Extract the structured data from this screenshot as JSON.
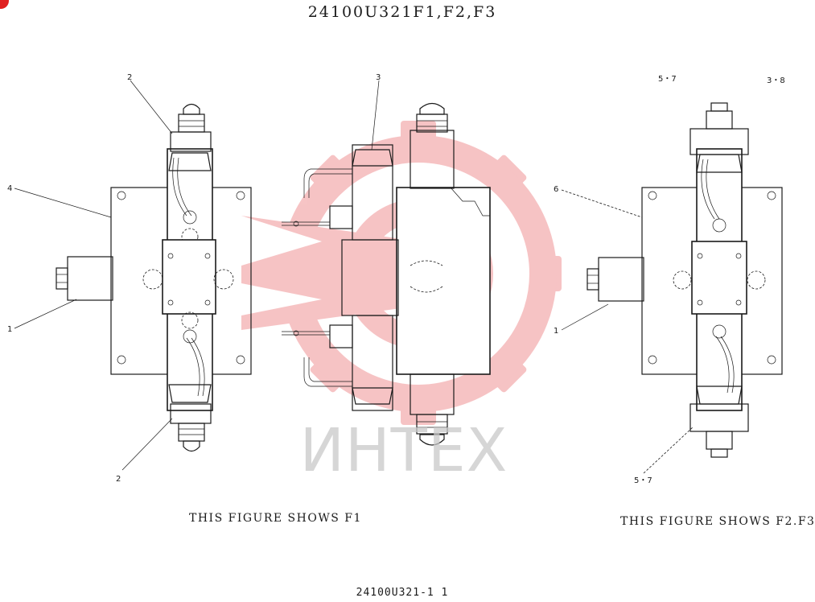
{
  "title": "24100U321F1,F2,F3",
  "captions": {
    "f1": "THIS FIGURE SHOWS   F1",
    "f23": "THIS FIGURE SHOWS   F2.F3"
  },
  "doc_number": "24100U321-1 1",
  "watermark": {
    "text": "ИНТЕХ",
    "color": "#e8555a"
  },
  "callouts": {
    "left_top": "2",
    "left_bottom": "2",
    "left_side_4": "4",
    "left_side_1": "1",
    "middle_top": "3",
    "right_top_left": "5・7",
    "right_top_right": "3・8",
    "right_side_6": "6",
    "right_side_1": "1",
    "right_bottom": "5・7"
  }
}
